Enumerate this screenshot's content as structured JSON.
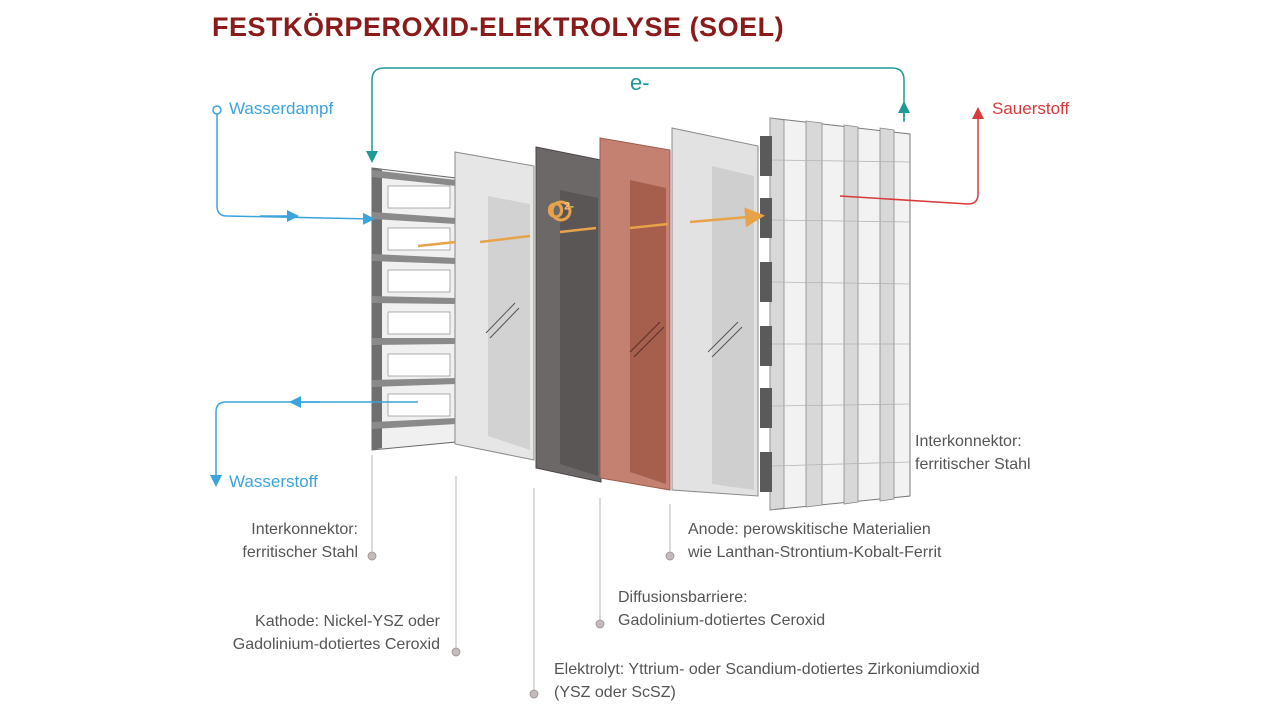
{
  "title": "FESTKÖRPEROXID-ELEKTROLYSE (SOEL)",
  "flows": {
    "electron": "e-",
    "water_vapor": "Wasserdampf",
    "oxygen": "Sauerstoff",
    "hydrogen": "Wasserstoff",
    "ion_symbol": "O",
    "ion_charge": "2-"
  },
  "labels": {
    "interconnector_left": [
      "Interkonnektor:",
      "ferritischer Stahl"
    ],
    "cathode": [
      "Kathode: Nickel-YSZ oder",
      "Gadolinium-dotiertes Ceroxid"
    ],
    "electrolyte": [
      "Elektrolyt: Yttrium- oder Scandium-dotiertes Zirkoniumdioxid",
      "(YSZ oder ScSZ)"
    ],
    "diffusion_barrier": [
      "Diffusionsbarriere:",
      "Gadolinium-dotiertes Ceroxid"
    ],
    "anode": [
      "Anode: perowskitische Materialien",
      "wie Lanthan-Strontium-Kobalt-Ferrit"
    ],
    "interconnector_right": [
      "Interkonnektor:",
      "ferritischer Stahl"
    ]
  },
  "colors": {
    "title": "#8b1a1a",
    "water_flow": "#3ba4dc",
    "oxygen_flow": "#d93a3a",
    "electron_flow": "#1e9a9a",
    "ion_flow": "#e8a24a",
    "interconnector": "#7a7a7a",
    "cathode": "#dedede",
    "electrolyte": "#6a6666",
    "diffusion_barrier": "#bf7a66",
    "anode": "#d7d7d7"
  }
}
